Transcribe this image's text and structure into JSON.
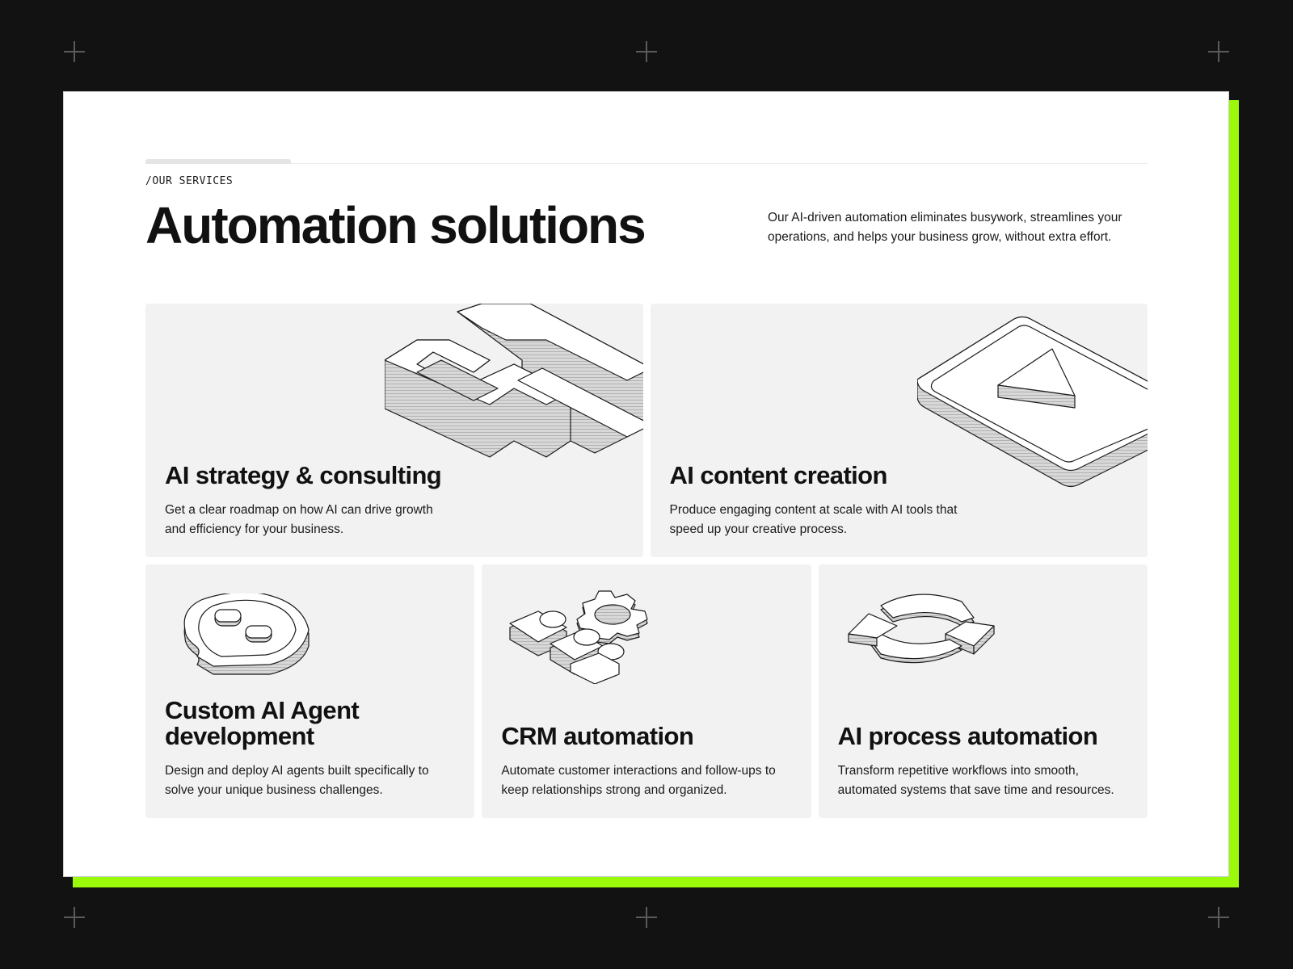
{
  "eyebrow": "/OUR SERVICES",
  "title": "Automation solutions",
  "intro": "Our AI-driven automation eliminates busywork, streamlines your operations, and helps your business grow, without extra effort.",
  "colors": {
    "background": "#121212",
    "accent": "#9bfa0a",
    "card": "#f2f2f2"
  },
  "services": [
    {
      "title": "AI strategy & consulting",
      "desc": "Get a clear roadmap on how AI can drive growth and efficiency for your business.",
      "icon": "strategy-blocks-icon"
    },
    {
      "title": "AI content creation",
      "desc": "Produce engaging content at scale with AI tools that speed up your creative process.",
      "icon": "play-tablet-icon"
    },
    {
      "title": "Custom AI Agent development",
      "desc": "Design and deploy AI agents built specifically to solve your unique business challenges.",
      "icon": "chat-bubble-icon"
    },
    {
      "title": "CRM automation",
      "desc": "Automate customer interactions and follow-ups to keep relationships strong and organized.",
      "icon": "people-gear-icon"
    },
    {
      "title": "AI process automation",
      "desc": "Transform repetitive workflows into smooth, automated systems that save time and resources.",
      "icon": "refresh-arrows-icon"
    }
  ]
}
